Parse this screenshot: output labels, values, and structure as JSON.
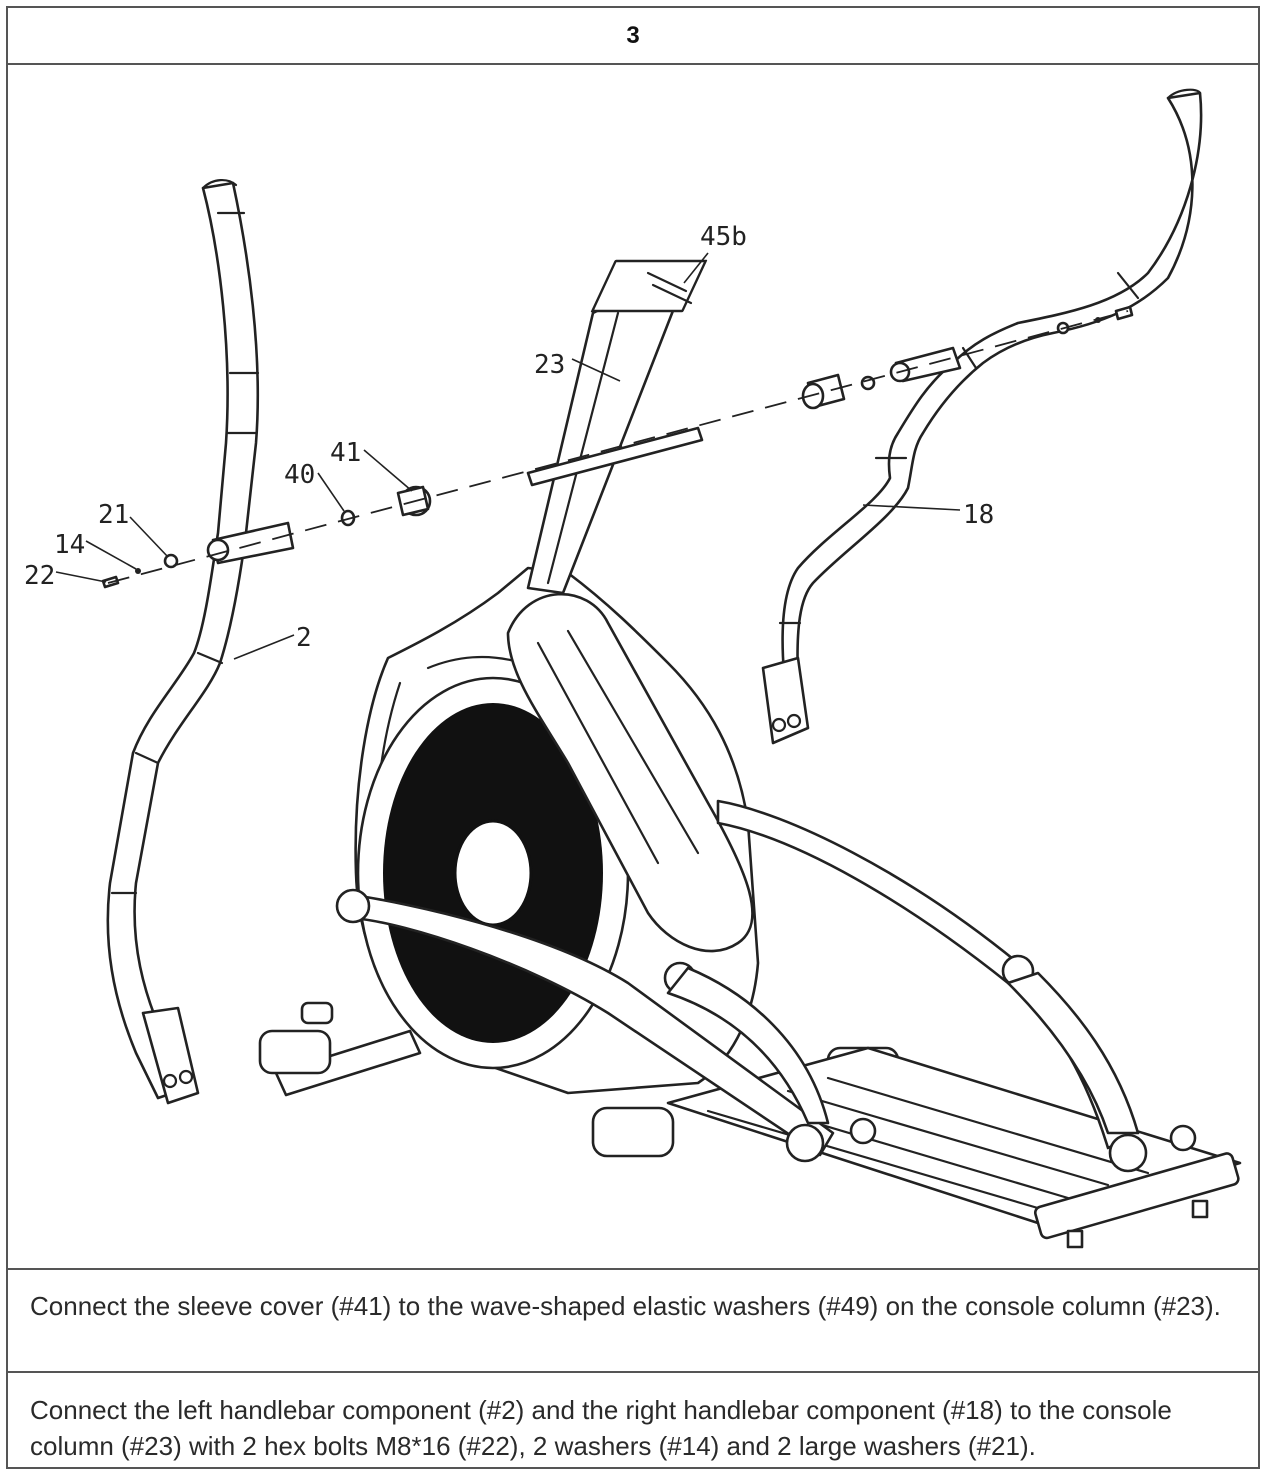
{
  "step": {
    "number": "3"
  },
  "labels": {
    "l2": "2",
    "l14": "14",
    "l18": "18",
    "l21": "21",
    "l22": "22",
    "l23": "23",
    "l40": "40",
    "l41": "41",
    "l45b": "45b"
  },
  "instructions": [
    {
      "text": "Connect the sleeve cover (#41) to the wave-shaped elastic washers (#49) on the console column (#23)."
    },
    {
      "text": "Connect the left handlebar component (#2) and the right handlebar component (#18) to the console column (#23) with 2 hex bolts M8*16 (#22), 2 washers (#14) and 2 large washers (#21)."
    }
  ]
}
